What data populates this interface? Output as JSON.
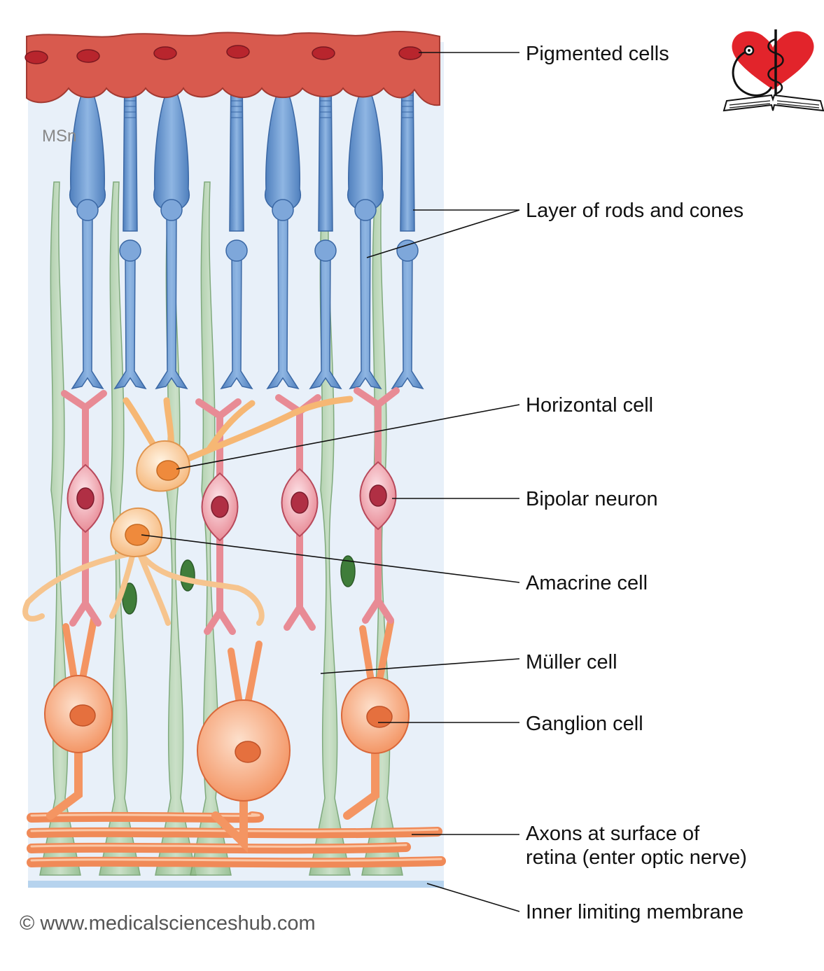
{
  "labels": {
    "pigmented": "Pigmented cells",
    "rods_cones": "Layer of rods and cones",
    "horizontal": "Horizontal cell",
    "bipolar": "Bipolar neuron",
    "amacrine": "Amacrine cell",
    "muller": "Müller cell",
    "ganglion": "Ganglion cell",
    "axons_line1": "Axons at surface of",
    "axons_line2": "retina (enter optic nerve)",
    "inner_membrane": "Inner limiting membrane"
  },
  "watermark": "MSn",
  "copyright": "© www.medicalscienceshub.com",
  "colors": {
    "background": "#e8f0f9",
    "pigment": "#d85a4e",
    "pigment_nucleus": "#b8252d",
    "photoreceptor": "#6a98d2",
    "muller": "#a8caa0",
    "muller_nucleus": "#3f7d3a",
    "bipolar": "#e88b95",
    "bipolar_nucleus": "#b02f44",
    "horizontal": "#f6b774",
    "ganglion": "#f49562",
    "ganglion_nucleus": "#e5703e",
    "axon": "#f08a58",
    "membrane": "#b6d3ee",
    "logo_heart": "#e2242b"
  }
}
